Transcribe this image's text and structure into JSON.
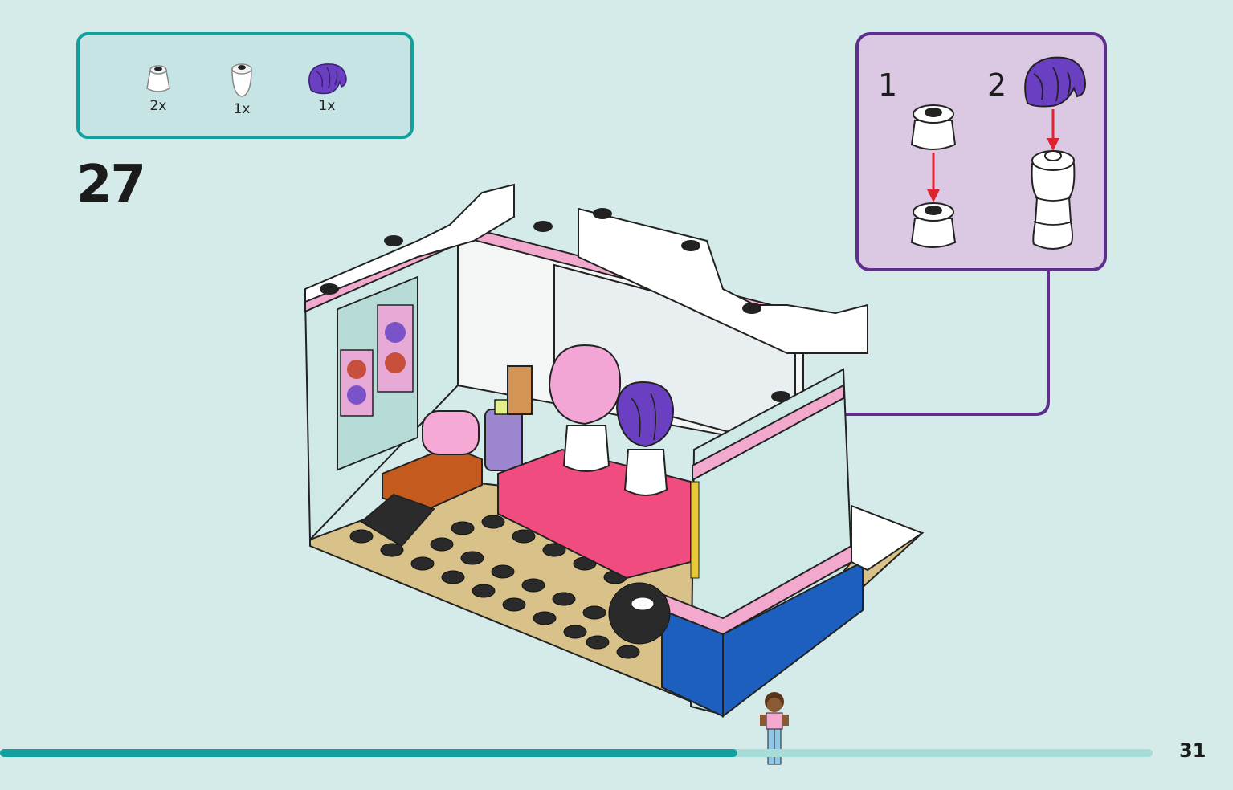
{
  "parts": [
    {
      "icon": "white-cone-brick-icon",
      "qty": "2x"
    },
    {
      "icon": "white-torso-icon",
      "qty": "1x"
    },
    {
      "icon": "purple-hair-icon",
      "qty": "1x"
    }
  ],
  "step_number": "27",
  "sub_steps": [
    {
      "label": "1"
    },
    {
      "label": "2"
    }
  ],
  "page_number": "31",
  "progress": 0.64,
  "colors": {
    "accent_teal": "#13a09c",
    "sub_box_border": "#5f2d8c",
    "arrow_red": "#e0232f",
    "background": "#d5ebea"
  }
}
